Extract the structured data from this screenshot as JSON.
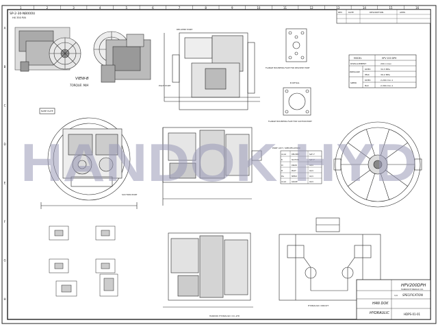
{
  "sheet": {
    "top_left_code": "SP-2-30-NB000U",
    "top_left_sub": "HX 350 P/N",
    "watermark": "HANDOK HYD",
    "column_numbers": [
      "1",
      "2",
      "3",
      "4",
      "5",
      "6",
      "7",
      "8",
      "9",
      "10",
      "11",
      "12",
      "13",
      "14",
      "15",
      "16"
    ],
    "row_letters": [
      "A",
      "B",
      "C",
      "D",
      "E",
      "F",
      "G",
      "H"
    ]
  },
  "views": {
    "view_label": "VIEW-B",
    "view_sub": "TORQUE: M/H",
    "name_plate": "NAME PLATE",
    "suction_port": "SUCTION PORT",
    "delivery_port": "DELIVERY PORT",
    "pilot_port": "PILOT PORT",
    "flange_delivery": "FLANGE MOUNTING FACE FOR DELIVERY PORT",
    "flange_suction": "FLANGE MOUNTING FACE FOR SUCTION PORT",
    "b_detail": "B DETAIL",
    "hydraulic_circuit": "HYDRAULIC CIRCUIT",
    "port_list_title": "PORT LIST / SPECIFICATION"
  },
  "spec_table": {
    "header": [
      "MODEL",
      "HPV 200 DPH"
    ],
    "rows": [
      [
        "DISPLACEMENT",
        "",
        "200 cc/rev"
      ],
      [
        "PRESSURE",
        "RATED",
        "34.3 MPa"
      ],
      [
        "",
        "PEAK",
        "39.2 MPa"
      ],
      [
        "SPEED",
        "RATED",
        "2,200 min-1"
      ],
      [
        "",
        "MAX",
        "2,300 min-1"
      ]
    ]
  },
  "port_table": {
    "rows": [
      [
        "A1,A2",
        "DELIVERY",
        "SAE 1\""
      ],
      [
        "B",
        "SUCTION",
        "SAE 3\""
      ],
      [
        "Dr",
        "DRAIN",
        "G3/4"
      ],
      [
        "Pi",
        "PILOT",
        "G1/4"
      ],
      [
        "Psv",
        "SERVO",
        "G1/4"
      ],
      [
        "a1-a4",
        "GAUGE",
        "G1/4"
      ]
    ]
  },
  "title_block": {
    "revision_head": [
      "REV",
      "DATE",
      "DESCRIPTION",
      "APPR."
    ],
    "model": "HPV200DPH",
    "model_sub": "HANDOK HYDRAULIC CO.",
    "doc_title": "SPECIFICATION",
    "company_line1": "HAN DOK",
    "company_line2": "HYDRAULIC",
    "drawing_no": "HDPS-01-01",
    "scale": "1/4",
    "copyright": "HANDOK HYDRAULIC CO.,LTD"
  },
  "colors": {
    "line": "#111111",
    "watermark": "#9a9ab8"
  }
}
